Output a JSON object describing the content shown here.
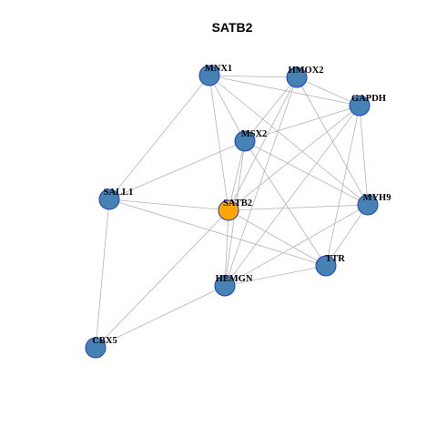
{
  "title": "SATB2",
  "colors": {
    "default_node": "#4682b4",
    "highlight_node": "#ffa500",
    "node_border": "#1f3fbf",
    "edge": "#b3b3b3"
  },
  "nodes": [
    {
      "id": "MNX1",
      "label": "MNX1",
      "highlight": false
    },
    {
      "id": "HMOX2",
      "label": "HMOX2",
      "highlight": false
    },
    {
      "id": "GAPDH",
      "label": "GAPDH",
      "highlight": false
    },
    {
      "id": "MSX2",
      "label": "MSX2",
      "highlight": false
    },
    {
      "id": "SALL1",
      "label": "SALL1",
      "highlight": false
    },
    {
      "id": "SATB2",
      "label": "SATB2",
      "highlight": true
    },
    {
      "id": "MYH9",
      "label": "MYH9",
      "highlight": false
    },
    {
      "id": "TTR",
      "label": "TTR",
      "highlight": false
    },
    {
      "id": "HEMGN",
      "label": "HEMGN",
      "highlight": false
    },
    {
      "id": "CBX5",
      "label": "CBX5",
      "highlight": false
    }
  ],
  "edges": [
    [
      "MNX1",
      "HMOX2"
    ],
    [
      "MNX1",
      "GAPDH"
    ],
    [
      "MNX1",
      "MSX2"
    ],
    [
      "MNX1",
      "SATB2"
    ],
    [
      "MNX1",
      "SALL1"
    ],
    [
      "MNX1",
      "MYH9"
    ],
    [
      "HMOX2",
      "GAPDH"
    ],
    [
      "HMOX2",
      "MSX2"
    ],
    [
      "HMOX2",
      "SATB2"
    ],
    [
      "HMOX2",
      "HEMGN"
    ],
    [
      "HMOX2",
      "MYH9"
    ],
    [
      "GAPDH",
      "MSX2"
    ],
    [
      "GAPDH",
      "SATB2"
    ],
    [
      "GAPDH",
      "MYH9"
    ],
    [
      "GAPDH",
      "TTR"
    ],
    [
      "GAPDH",
      "HEMGN"
    ],
    [
      "MSX2",
      "SALL1"
    ],
    [
      "MSX2",
      "SATB2"
    ],
    [
      "MSX2",
      "HEMGN"
    ],
    [
      "MSX2",
      "TTR"
    ],
    [
      "MSX2",
      "MYH9"
    ],
    [
      "SALL1",
      "SATB2"
    ],
    [
      "SALL1",
      "CBX5"
    ],
    [
      "SALL1",
      "TTR"
    ],
    [
      "SATB2",
      "MYH9"
    ],
    [
      "SATB2",
      "TTR"
    ],
    [
      "SATB2",
      "HEMGN"
    ],
    [
      "SATB2",
      "CBX5"
    ],
    [
      "MYH9",
      "TTR"
    ],
    [
      "MYH9",
      "HEMGN"
    ],
    [
      "HEMGN",
      "TTR"
    ],
    [
      "HEMGN",
      "CBX5"
    ]
  ]
}
